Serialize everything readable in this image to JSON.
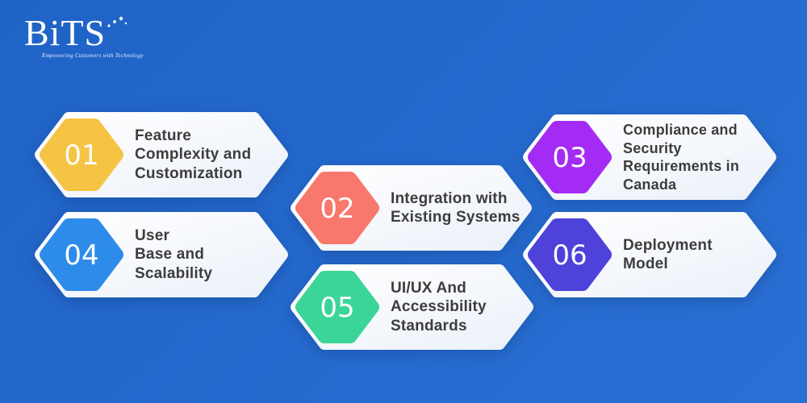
{
  "background": {
    "gradient_start": "#2063c7",
    "gradient_end": "#2a70d4"
  },
  "logo": {
    "text": "BiTS",
    "tagline": "Empowering Customers with Technology"
  },
  "text_color": "#3d3d3d",
  "items": [
    {
      "number": "01",
      "label": "Feature\nComplexity and\nCustomization",
      "color": "#F6C444"
    },
    {
      "number": "02",
      "label": "Integration with\nExisting Systems",
      "color": "#F8786E"
    },
    {
      "number": "03",
      "label": "Compliance and\nSecurity\nRequirements in\nCanada",
      "color": "#A42BF4"
    },
    {
      "number": "04",
      "label": "User\nBase and\nScalability",
      "color": "#2D8CEA"
    },
    {
      "number": "05",
      "label": "UI/UX And\nAccessibility\nStandards",
      "color": "#3BD598"
    },
    {
      "number": "06",
      "label": "Deployment\nModel",
      "color": "#4E42DB"
    }
  ]
}
